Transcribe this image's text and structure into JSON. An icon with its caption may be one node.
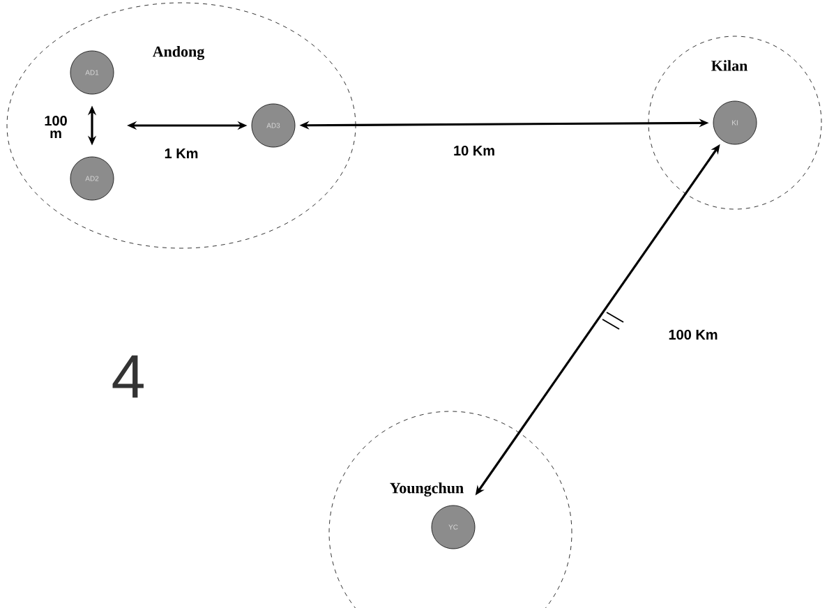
{
  "diagram": {
    "nodes": [
      {
        "text": [
          "Andong"
        ]
      },
      {
        "text": [
          "AD1"
        ],
        "in": 0
      },
      {
        "text": [
          "AD2"
        ],
        "in": 0
      },
      {
        "text": [
          "AD3"
        ],
        "in": 0
      },
      {
        "text": [
          "Kilan"
        ]
      },
      {
        "text": [
          "KI"
        ],
        "in": 4
      },
      {
        "text": [
          "Youngchun"
        ]
      },
      {
        "text": [
          "YC"
        ],
        "in": 6
      }
    ],
    "edges": [
      {
        "from": 1,
        "to": 2,
        "arrow": "both",
        "label": "100 m"
      },
      {
        "from": null,
        "to": 3,
        "arrow": "both",
        "label": "1 Km"
      },
      {
        "from": 3,
        "to": 5,
        "arrow": "both",
        "label": "10 Km"
      },
      {
        "from": 5,
        "to": 7,
        "arrow": "both",
        "label": "100 Km"
      }
    ],
    "labels": [
      "4"
    ]
  }
}
